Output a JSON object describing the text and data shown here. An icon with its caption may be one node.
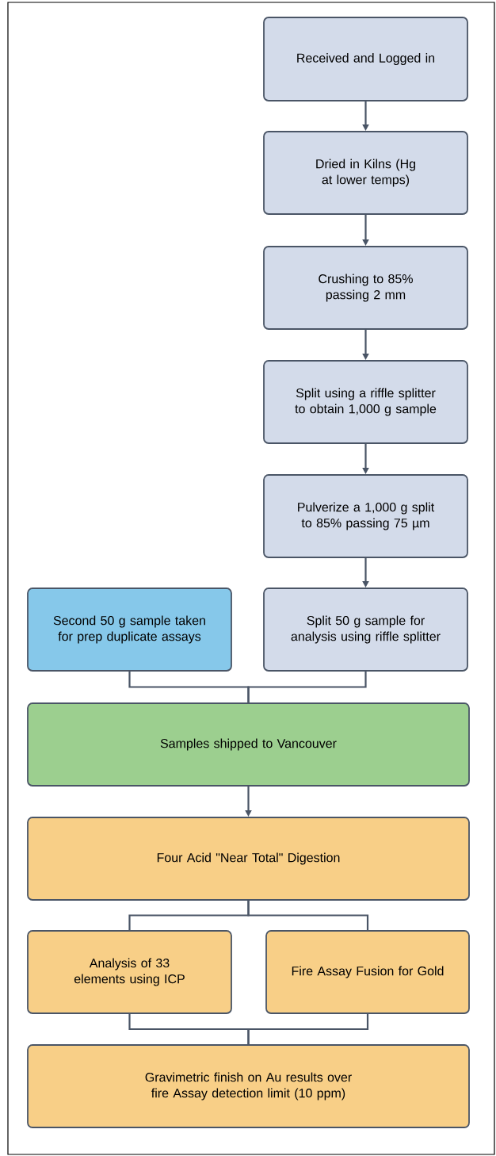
{
  "diagram": {
    "nodes": [
      {
        "text": [
          "Received and Logged in"
        ]
      },
      {
        "text": [
          "Dried in Kilns (Hg at lower temps)"
        ]
      },
      {
        "text": [
          "Crushing to 85% passing 2 mm"
        ]
      },
      {
        "text": [
          "Split using a riffle splitter to obtain 1,000 g sample"
        ]
      },
      {
        "text": [
          "Pulverize a 1,000 g split to 85% passing 75 µm"
        ]
      },
      {
        "text": [
          "Second 50 g sample taken for prep duplicate assays"
        ]
      },
      {
        "text": [
          "Split 50 g sample for analysis using riffle splitter"
        ]
      },
      {
        "text": [
          "Samples shipped to Vancouver"
        ]
      },
      {
        "text": [
          "Four Acid \"Near Total\" Digestion"
        ]
      },
      {
        "text": [
          "Analysis of 33 elements using ICP"
        ]
      },
      {
        "text": [
          "Fire Assay Fusion for Gold"
        ]
      },
      {
        "text": [
          "Gravimetric finish on Au results over fire Assay detection limit (10 ppm)"
        ]
      }
    ],
    "edges": [
      {
        "from": 0,
        "to": 1,
        "arrow": "to"
      },
      {
        "from": 1,
        "to": 2,
        "arrow": "to"
      },
      {
        "from": 2,
        "to": 3,
        "arrow": "to"
      },
      {
        "from": 3,
        "to": 4,
        "arrow": "to"
      },
      {
        "from": 4,
        "to": 6,
        "arrow": "to"
      },
      {
        "from": 5,
        "to": 7,
        "arrow": "none"
      },
      {
        "from": 6,
        "to": 7,
        "arrow": "none"
      },
      {
        "from": 7,
        "to": 8,
        "arrow": "to"
      },
      {
        "from": 8,
        "to": 9,
        "arrow": "none"
      },
      {
        "from": 8,
        "to": 10,
        "arrow": "none"
      },
      {
        "from": 9,
        "to": 11,
        "arrow": "none"
      },
      {
        "from": 10,
        "to": 11,
        "arrow": "none"
      }
    ]
  }
}
